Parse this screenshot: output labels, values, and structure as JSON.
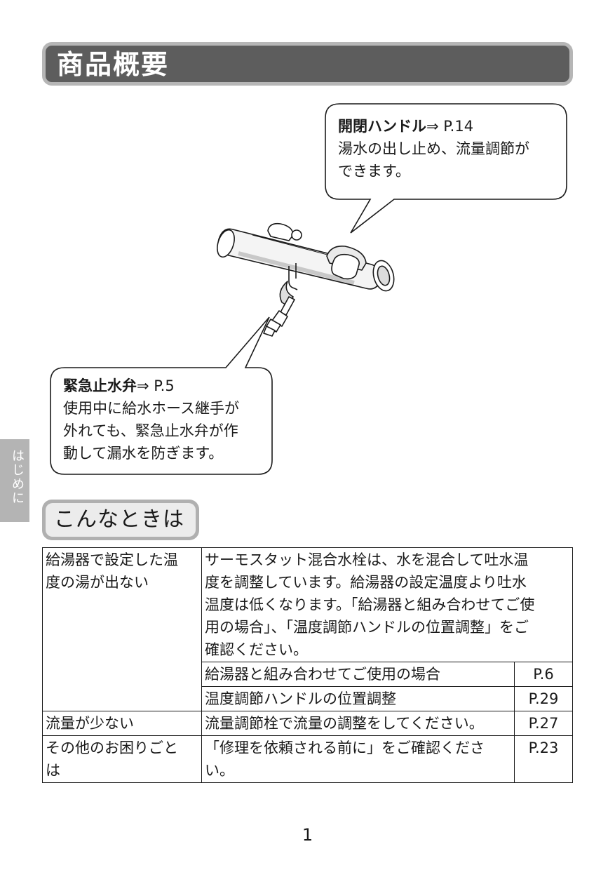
{
  "header": {
    "title": "商品概要"
  },
  "callouts": {
    "handle": {
      "heading": "開閉ハンドル",
      "ref": "⇒ P.14",
      "lines": [
        "湯水の出し止め、流量調節が",
        "できます。"
      ]
    },
    "valve": {
      "heading": "緊急止水弁",
      "ref": "⇒ P.5",
      "lines": [
        "使用中に給水ホース継手が",
        "外れても、緊急止水弁が作",
        "動して漏水を防ぎます。"
      ]
    }
  },
  "side_tab": {
    "label": "はじめに"
  },
  "section": {
    "title": "こんなときは"
  },
  "table": {
    "rows": [
      {
        "question_lines": [
          "給湯器で設定した温",
          "度の湯が出ない"
        ],
        "answer_lines": [
          "サーモスタット混合水栓は、水を混合して吐水温",
          "度を調整しています。給湯器の設定温度より吐水",
          "温度は低くなります。「給湯器と組み合わせてご使",
          "用の場合」、「温度調節ハンドルの位置調整」をご",
          "確認ください。"
        ],
        "sub": [
          {
            "text": "給湯器と組み合わせてご使用の場合",
            "page": "P.6"
          },
          {
            "text": "温度調節ハンドルの位置調整",
            "page": "P.29"
          }
        ]
      },
      {
        "question": "流量が少ない",
        "answer": "流量調節栓で流量の調整をしてください。",
        "page": "P.27"
      },
      {
        "question_lines": [
          "その他のお困りごと",
          "は"
        ],
        "answer_lines": [
          "「修理を依頼される前に」をご確認くださ",
          "い。"
        ],
        "page": "P.23"
      }
    ]
  },
  "footer": {
    "page_number": "1"
  }
}
